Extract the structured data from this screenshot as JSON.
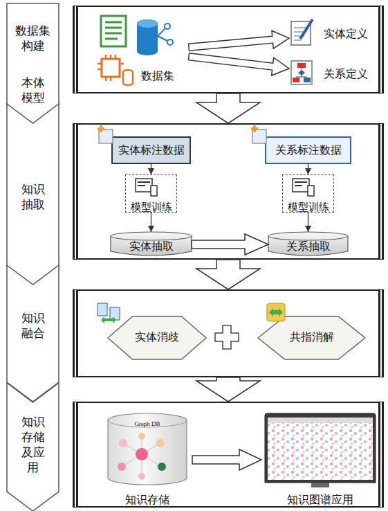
{
  "diagram": {
    "nodes": [
      {
        "text": [
          "数据集构建",
          "本体模型"
        ]
      },
      {
        "text": []
      },
      {
        "text": [
          "数据集"
        ],
        "in": 1
      },
      {
        "text": [
          "实体定义"
        ],
        "in": 1
      },
      {
        "text": [
          "关系定义"
        ],
        "in": 1
      },
      {
        "text": [
          "知识抽取"
        ]
      },
      {
        "text": []
      },
      {
        "text": [
          "实体标注数据"
        ],
        "in": 6
      },
      {
        "text": [
          "关系标注数据"
        ],
        "in": 6
      },
      {
        "text": [
          "模型训练"
        ],
        "in": 6
      },
      {
        "text": [
          "模型训练"
        ],
        "in": 6
      },
      {
        "text": [
          "实体抽取"
        ],
        "in": 6
      },
      {
        "text": [
          "关系抽取"
        ],
        "in": 6
      },
      {
        "text": [
          "知识融合"
        ]
      },
      {
        "text": []
      },
      {
        "text": [
          "实体消歧"
        ],
        "in": 14
      },
      {
        "text": [
          "共指消解"
        ],
        "in": 14
      },
      {
        "text": [
          "知识存储及应用"
        ]
      },
      {
        "text": []
      },
      {
        "text": [
          "Graph DB",
          "知识存储"
        ],
        "in": 18
      },
      {
        "text": [
          "知识图谱应用"
        ],
        "in": 18
      }
    ],
    "edges": [
      {
        "from": 1,
        "to": 6,
        "arrow": "to"
      },
      {
        "from": 6,
        "to": 14,
        "arrow": "to"
      },
      {
        "from": 14,
        "to": 18,
        "arrow": "to"
      },
      {
        "from": 2,
        "to": 3,
        "arrow": "to"
      },
      {
        "from": 2,
        "to": 4,
        "arrow": "to"
      },
      {
        "from": 7,
        "to": 9,
        "arrow": "to"
      },
      {
        "from": 9,
        "to": 11,
        "arrow": "to"
      },
      {
        "from": 8,
        "to": 10,
        "arrow": "to"
      },
      {
        "from": 10,
        "to": 12,
        "arrow": "to"
      },
      {
        "from": 11,
        "to": 12,
        "arrow": "to"
      },
      {
        "from": 19,
        "to": 20,
        "arrow": "to"
      }
    ]
  }
}
